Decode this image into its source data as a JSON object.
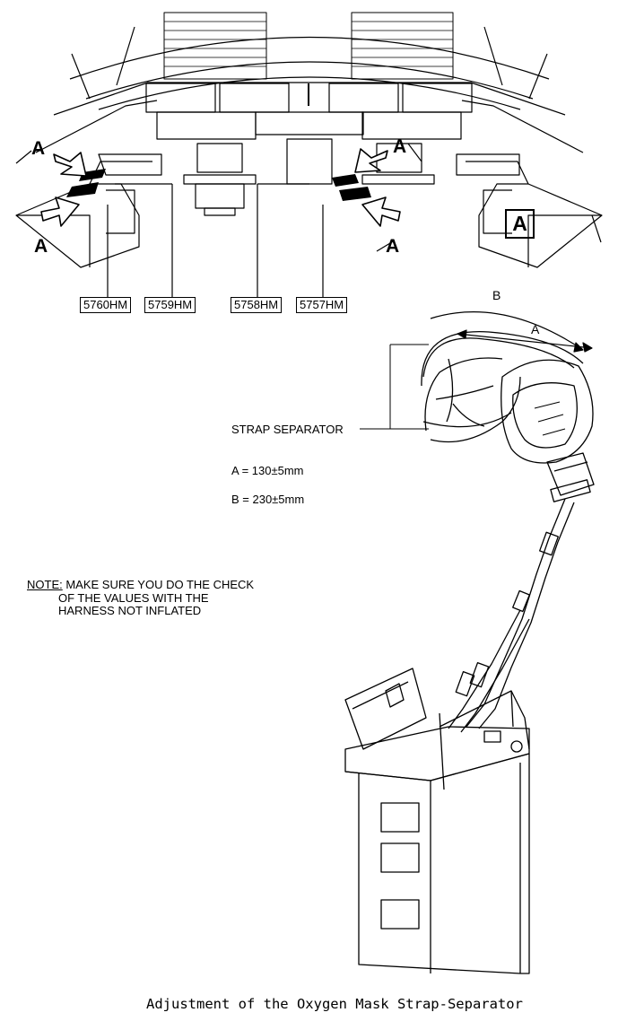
{
  "zone_labels": [
    "5760HM",
    "5759HM",
    "5758HM",
    "5757HM"
  ],
  "view_arrow_letter": "A",
  "view_box_letter": "A",
  "dimension_labels": [
    "A",
    "B"
  ],
  "strap_separator_label": "STRAP SEPARATOR",
  "measurements": [
    "A = 130±5mm",
    "B = 230±5mm"
  ],
  "note": {
    "prefix": "NOTE:",
    "line1": " MAKE SURE YOU DO THE CHECK",
    "line2": "OF THE VALUES WITH THE",
    "line3": "HARNESS NOT INFLATED"
  },
  "caption": "Adjustment of the Oxygen Mask Strap-Separator"
}
